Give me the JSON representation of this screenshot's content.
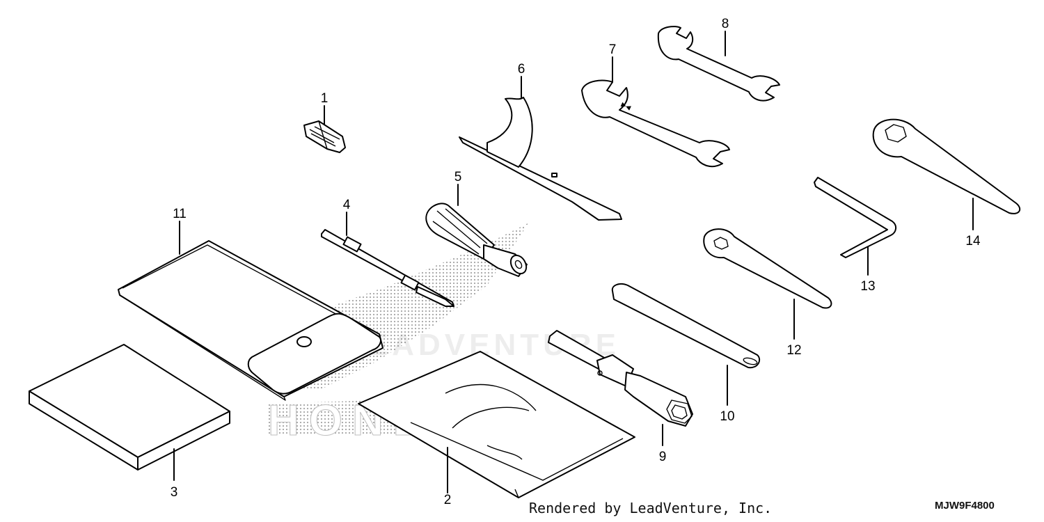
{
  "parts": [
    {
      "id": "1",
      "label": "1"
    },
    {
      "id": "2",
      "label": "2"
    },
    {
      "id": "3",
      "label": "3"
    },
    {
      "id": "4",
      "label": "4"
    },
    {
      "id": "5",
      "label": "5"
    },
    {
      "id": "6",
      "label": "6"
    },
    {
      "id": "7",
      "label": "7"
    },
    {
      "id": "8",
      "label": "8"
    },
    {
      "id": "9",
      "label": "9"
    },
    {
      "id": "10",
      "label": "10"
    },
    {
      "id": "11",
      "label": "11"
    },
    {
      "id": "12",
      "label": "12"
    },
    {
      "id": "13",
      "label": "13"
    },
    {
      "id": "14",
      "label": "14"
    }
  ],
  "footer": {
    "credit": "Rendered by LeadVenture, Inc.",
    "diagram_code": "MJW9F4800"
  },
  "watermark": {
    "brand_text": "HONDA",
    "overlay_text": "LEADVENTURE"
  }
}
